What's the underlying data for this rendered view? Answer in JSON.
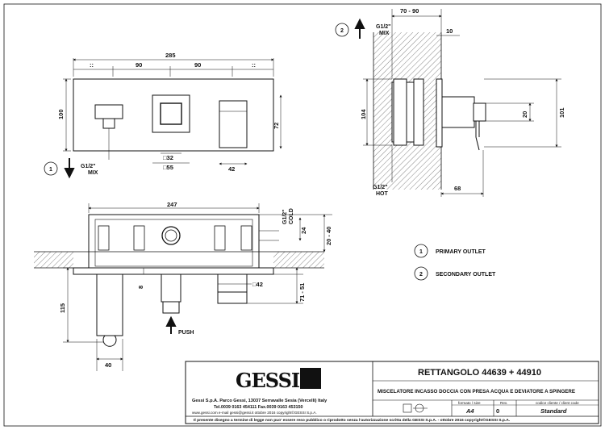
{
  "top_view": {
    "dim_total": "285",
    "dim_left": "90",
    "dim_right": "90",
    "dim_tiny": "::",
    "dim_height": "100",
    "dim_height_right": "72",
    "dim_square_inner": "□32",
    "dim_square_outer": "□55",
    "dim_right_width": "42",
    "thread_label": "G1/2\"",
    "thread_note": "MIX",
    "outlet_number": "1"
  },
  "side_view": {
    "outlet_number": "2",
    "dim_depth": "70 - 90",
    "dim_plate": "10",
    "dim_height_outer": "104",
    "dim_height_right": "101",
    "dim_knob": "20",
    "dim_projection": "68",
    "thread_top_label": "G1/2\"",
    "thread_top_note": "MIX",
    "thread_bottom_label": "G1/2\"",
    "thread_bottom_note": "HOT"
  },
  "bottom_view": {
    "dim_width": "247",
    "thread_label": "G1/2\"",
    "thread_note": "COLD",
    "dim_24": "24",
    "dim_depth": "20 - 40",
    "dim_8": "8",
    "dim_square": "□42",
    "dim_71": "71 - 51",
    "dim_115": "115",
    "dim_40": "40",
    "push_label": "PUSH"
  },
  "legend": [
    {
      "number": "1",
      "label": "PRIMARY OUTLET"
    },
    {
      "number": "2",
      "label": "SECONDARY OUTLET"
    }
  ],
  "title_block": {
    "logo": "GESSI",
    "company_line": "Gessi S.p.A. Parco Gessi, 13037 Serravalle Sesia (Vercelli) Italy",
    "contact_line": "Tel.0039  0163  454111   Fax.0039  0163  453150",
    "web_line": "www.gessi.com  e-mail  gessi@gessi.it    ottobre  2016    copyright©GESSI S.p.A.",
    "product_title": "RETTANGOLO  44639 + 44910",
    "product_subtitle": "MISCELATORE INCASSO DOCCIA CON PRESA ACQUA E DEVIATORE A SPINGERE",
    "format_label": "formato / size",
    "format_value": "A4",
    "rev_label": "Rev.",
    "rev_value": "0",
    "client_label": "codice cliente / client code",
    "client_value": "Standard",
    "legal_line": "Il  presente  disegno  a  termine  di  legge  non  puo'  essere  reso  pubblico  o  riprodotto  senza  l'autorizzazione  scritta  della  GESSI  S.p.A.  -  ottobre  2016   copyright©GESSI  S.p.A."
  }
}
